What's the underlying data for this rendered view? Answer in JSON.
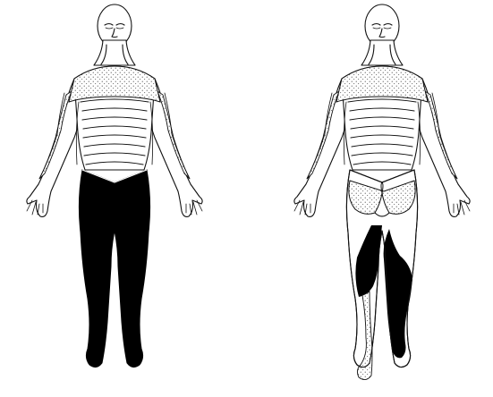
{
  "colors": {
    "background": "#ffffff",
    "outline": "#111111",
    "sensory_loss_solid": "#000000",
    "stipple": "#333333"
  },
  "figures": [
    {
      "id": "figure-left",
      "lower_body_fill": "solid"
    },
    {
      "id": "figure-right",
      "lower_body_fill": "patchy"
    }
  ]
}
